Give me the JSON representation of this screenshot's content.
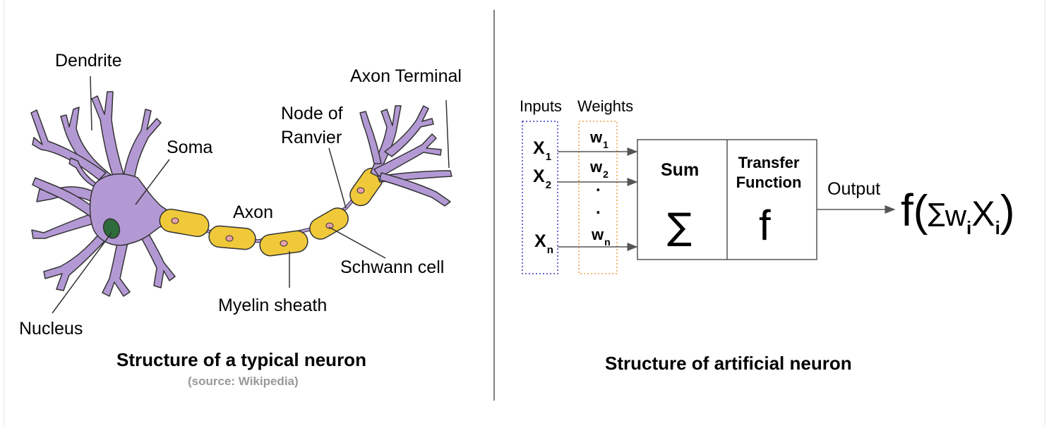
{
  "neuron": {
    "labels": {
      "dendrite": "Dendrite",
      "soma": "Soma",
      "nucleus": "Nucleus",
      "axon": "Axon",
      "axon_terminal": "Axon Terminal",
      "node_of_ranvier_line1": "Node of",
      "node_of_ranvier_line2": "Ranvier",
      "schwann_cell": "Schwann cell",
      "myelin_sheath": "Myelin sheath"
    },
    "caption": "Structure of a typical neuron",
    "source": "(source: Wikipedia)",
    "colors": {
      "cell_body": "#b399d4",
      "myelin": "#f0c93a",
      "nucleus": "#2e6b3a",
      "schwann_nucleus": "#e8a0a8"
    }
  },
  "artificial": {
    "inputs_header": "Inputs",
    "weights_header": "Weights",
    "inputs": [
      {
        "name": "X",
        "sub": "1"
      },
      {
        "name": "X",
        "sub": "2"
      },
      {
        "name": "X",
        "sub": "n"
      }
    ],
    "weights": [
      {
        "name": "w",
        "sub": "1"
      },
      {
        "name": "w",
        "sub": "2"
      },
      {
        "name": "w",
        "sub": "n"
      }
    ],
    "dots": [
      ".",
      "."
    ],
    "sum_label": "Sum",
    "sum_symbol": "∑",
    "transfer_line1": "Transfer",
    "transfer_line2": "Function",
    "transfer_symbol": "f",
    "output_label": "Output",
    "formula": {
      "f": "f",
      "open": "(",
      "sigma": "∑",
      "w": "w",
      "w_sub": "i",
      "x": "X",
      "x_sub": "i",
      "close": ")"
    },
    "caption": "Structure of artificial neuron",
    "colors": {
      "inputs_border": "#3a3acc",
      "weights_border": "#f0a040"
    }
  }
}
